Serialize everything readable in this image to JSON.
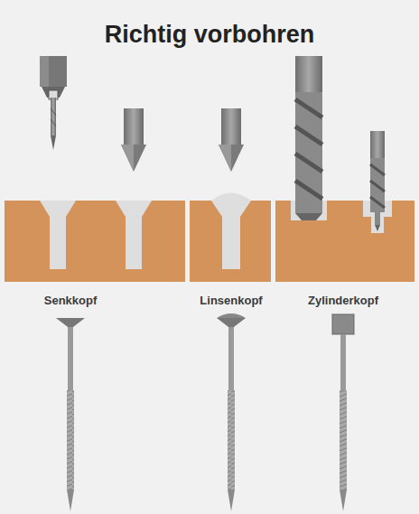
{
  "diagram": {
    "title": "Richtig vorbohren",
    "labels": [
      "Senkkopf",
      "Linsenkopf",
      "Zylinderkopf"
    ]
  }
}
